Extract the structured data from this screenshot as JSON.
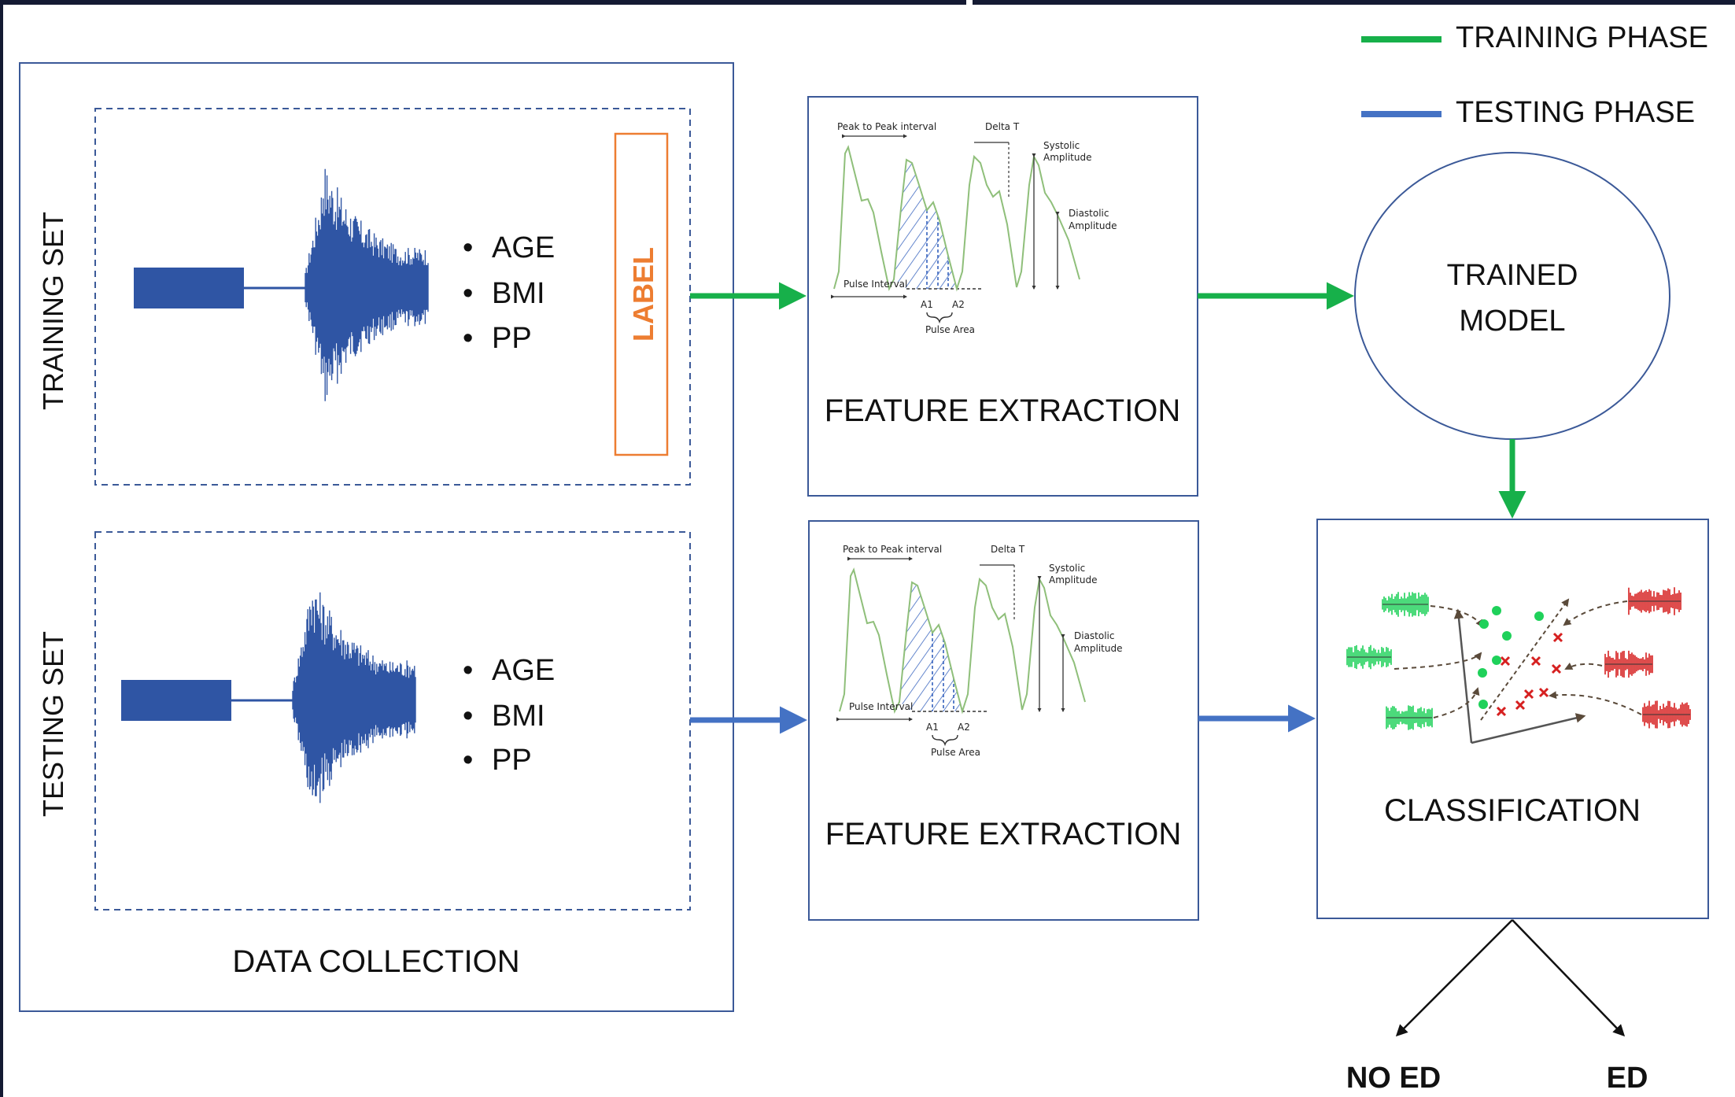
{
  "legend": {
    "training": {
      "label": "TRAINING PHASE",
      "color": "#17b04a"
    },
    "testing": {
      "label": "TESTING PHASE",
      "color": "#4472c4"
    }
  },
  "data_collection": {
    "title": "DATA COLLECTION",
    "training_set": {
      "title": "TRAINING SET",
      "features": [
        "AGE",
        "BMI",
        "PP"
      ],
      "label_box": "LABEL"
    },
    "testing_set": {
      "title": "TESTING SET",
      "features": [
        "AGE",
        "BMI",
        "PP"
      ]
    }
  },
  "feature_extraction": {
    "title": "FEATURE EXTRACTION",
    "annotations": {
      "peak_to_peak": "Peak to Peak interval",
      "delta_t": "Delta T",
      "systolic_1": "Systolic",
      "systolic_2": "Amplitude",
      "diastolic_1": "Diastolic",
      "diastolic_2": "Amplitude",
      "pulse_interval": "Pulse Interval",
      "a1": "A1",
      "a2": "A2",
      "pulse_area": "Pulse Area"
    }
  },
  "trained_model": {
    "line1": "TRAINED",
    "line2": "MODEL"
  },
  "classification": {
    "title": "CLASSIFICATION"
  },
  "outcomes": {
    "no_ed": "NO ED",
    "ed": "ED"
  },
  "colors": {
    "waveform": "#2f55a4",
    "box_border": "#3b5998",
    "label_border": "#ed7d31",
    "ppg_line": "#8fbf7a",
    "class_green": "#1fd15a",
    "class_red": "#d62020"
  }
}
